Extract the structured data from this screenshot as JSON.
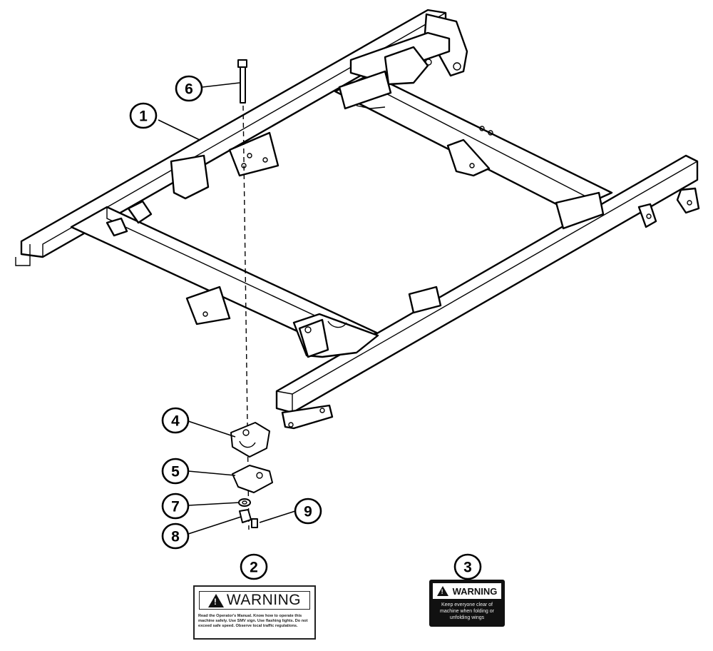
{
  "callouts": [
    {
      "id": "1",
      "label": "1"
    },
    {
      "id": "2",
      "label": "2"
    },
    {
      "id": "3",
      "label": "3"
    },
    {
      "id": "4",
      "label": "4"
    },
    {
      "id": "5",
      "label": "5"
    },
    {
      "id": "6",
      "label": "6"
    },
    {
      "id": "7",
      "label": "7"
    },
    {
      "id": "8",
      "label": "8"
    },
    {
      "id": "9",
      "label": "9"
    }
  ],
  "decal_2": {
    "heading": "WARNING",
    "fine_print": "Read the Operator's Manual. Know how to operate this machine safely. Use SMV sign. Use flashing lights. Do not exceed safe speed. Observe local traffic regulations."
  },
  "decal_3": {
    "heading": "WARNING",
    "fine_print": "Keep everyone clear of machine when folding or unfolding wings"
  },
  "icons": {
    "warning": "warning-triangle-icon"
  }
}
